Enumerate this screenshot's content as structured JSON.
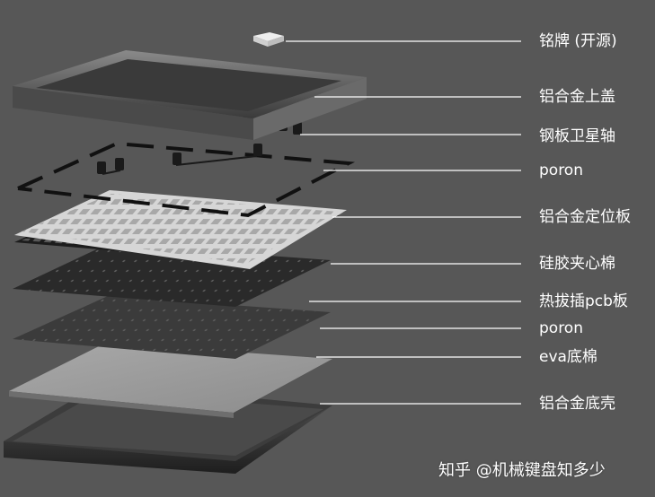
{
  "colors": {
    "background": "#575757",
    "leader_line": "#ffffff",
    "label_text": "#ffffff"
  },
  "labels": [
    {
      "id": "nameplate",
      "text": "铭牌 (开源)"
    },
    {
      "id": "top-case",
      "text": "铝合金上盖"
    },
    {
      "id": "stabilizers",
      "text": "钢板卫星轴"
    },
    {
      "id": "poron-top",
      "text": "poron"
    },
    {
      "id": "plate",
      "text": "铝合金定位板"
    },
    {
      "id": "silicone-foam",
      "text": "硅胶夹心棉"
    },
    {
      "id": "pcb",
      "text": "热拔插pcb板"
    },
    {
      "id": "poron-bottom",
      "text": "poron"
    },
    {
      "id": "eva-foam",
      "text": "eva底棉"
    },
    {
      "id": "bottom-case",
      "text": "铝合金底壳"
    }
  ],
  "watermark": "知乎 @机械键盘知多少"
}
